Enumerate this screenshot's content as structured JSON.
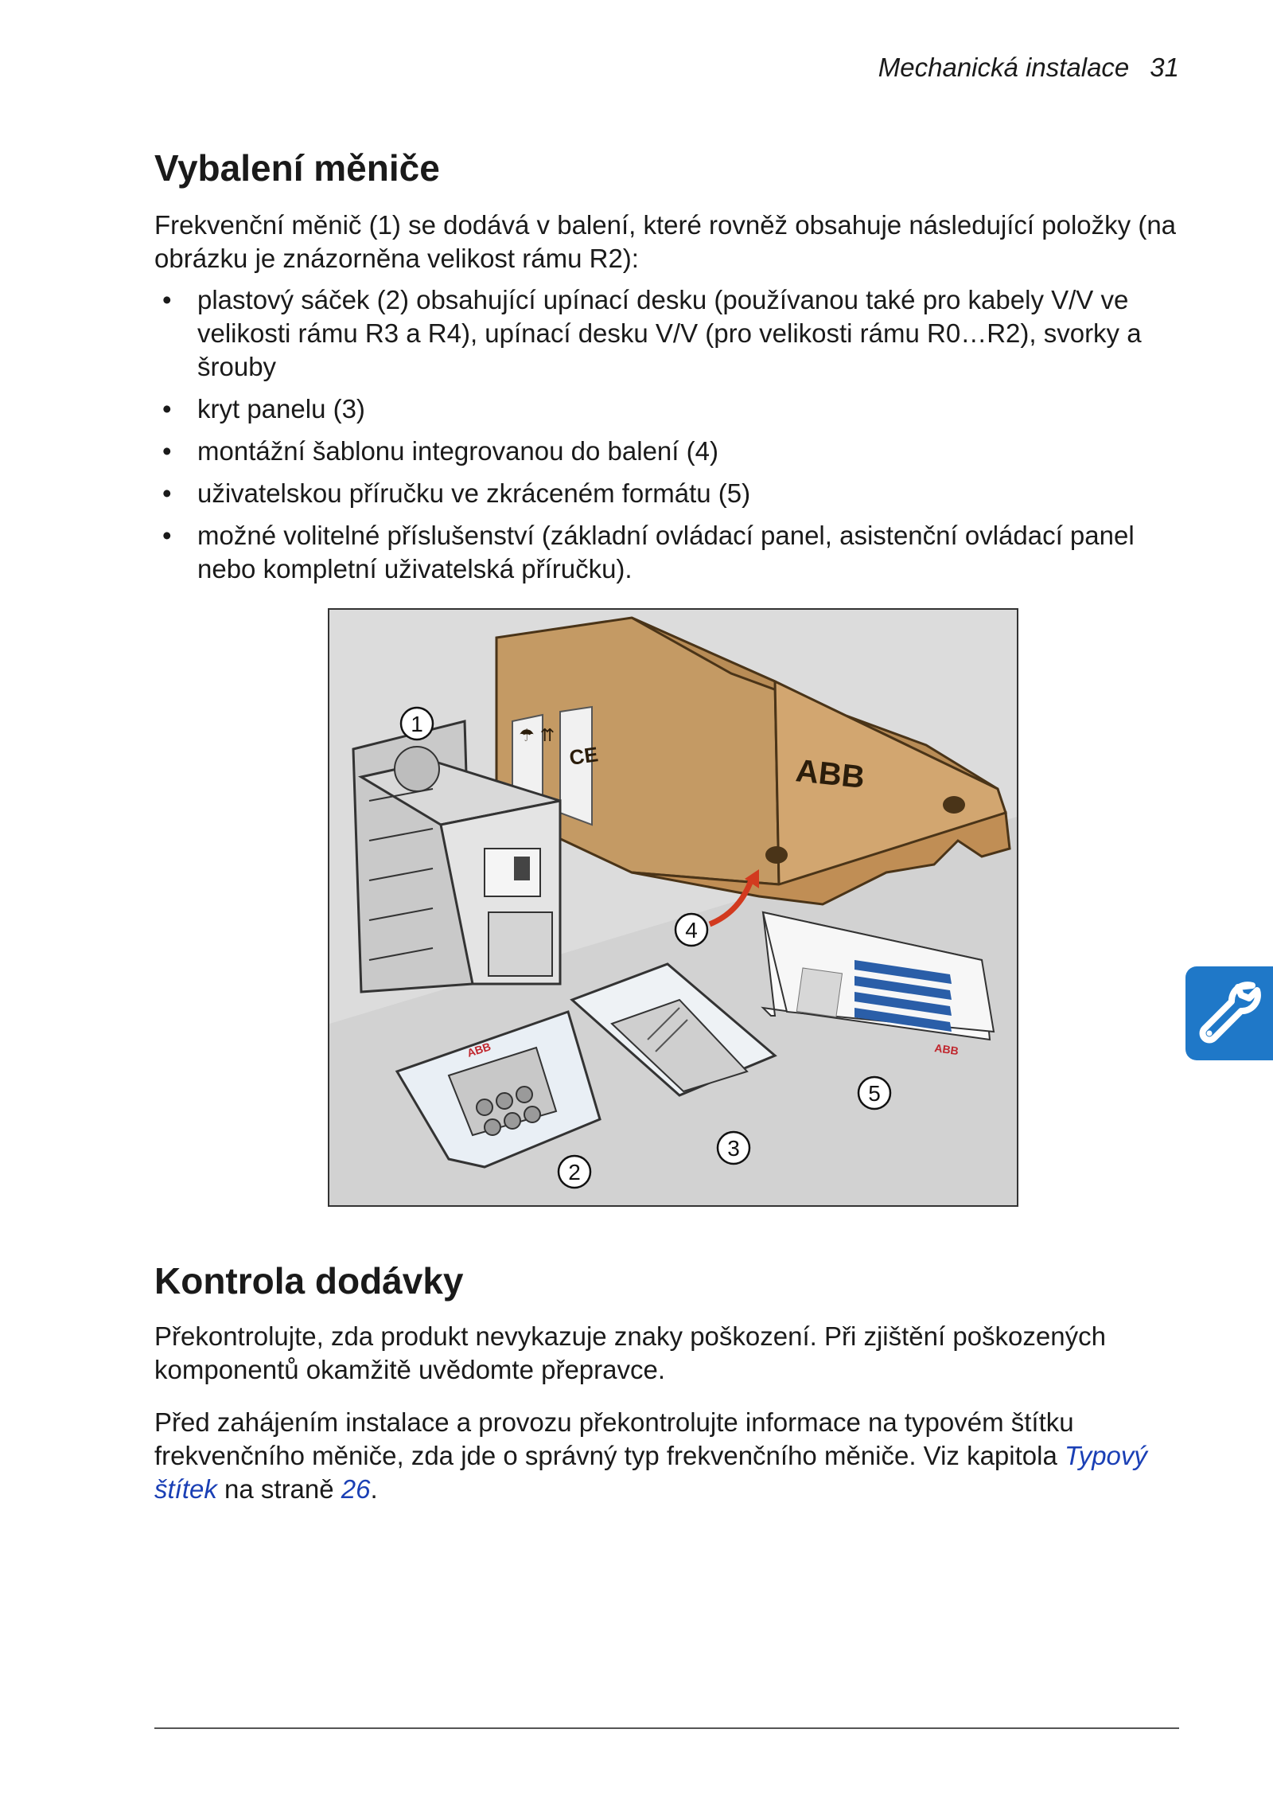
{
  "header": {
    "section_title": "Mechanická instalace",
    "page_number": "31"
  },
  "section1": {
    "title": "Vybalení měniče",
    "intro": "Frekvenční měnič (1) se dodává v balení, které rovněž obsahuje následující položky (na obrázku je znázorněna velikost rámu R2):",
    "bullets": [
      "plastový sáček (2) obsahující upínací desku (používanou také pro kabely V/V ve velikosti rámu R3 a R4), upínací desku V/V (pro velikosti rámu R0…R2), svorky a šrouby",
      "kryt panelu (3)",
      "montážní šablonu integrovanou do balení (4)",
      "uživatelskou příručku ve zkráceném formátu (5)",
      "možné volitelné příslušenství (základní ovládací panel, asistenční ovládací panel nebo kompletní uživatelská příručku)."
    ],
    "bullet_symbol": "•"
  },
  "figure": {
    "callouts": [
      "1",
      "2",
      "3",
      "4",
      "5"
    ],
    "box_brand": "ABB",
    "bag_brand": "ABB",
    "manual_brand": "ABB",
    "ce_mark": "CE"
  },
  "section2": {
    "title": "Kontrola dodávky",
    "para1": "Překontrolujte, zda produkt nevykazuje znaky poškození. Při zjištění poškozených komponentů okamžitě uvědomte přepravce.",
    "para2_before": "Před zahájením instalace a provozu překontrolujte informace na typovém štítku frekvenčního měniče, zda jde o správný typ frekvenčního měniče. Viz kapitola ",
    "para2_link": "Typový štítek",
    "para2_middle": " na straně ",
    "para2_page_link": "26",
    "para2_end": "."
  },
  "side_tab": {
    "icon": "wrench-icon",
    "color": "#1f78c8"
  }
}
